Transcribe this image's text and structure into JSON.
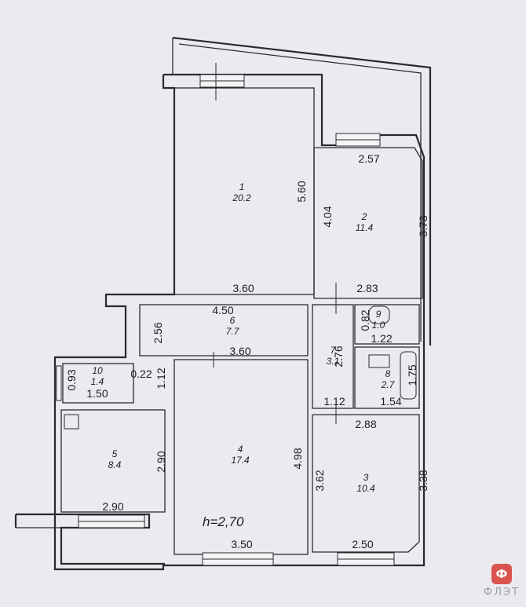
{
  "rooms": [
    {
      "number": "1",
      "area": "20.2"
    },
    {
      "number": "2",
      "area": "11.4"
    },
    {
      "number": "3",
      "area": "10.4"
    },
    {
      "number": "4",
      "area": "17.4"
    },
    {
      "number": "5",
      "area": "8.4"
    },
    {
      "number": "6",
      "area": "7.7"
    },
    {
      "number": "7",
      "area": "3.1"
    },
    {
      "number": "8",
      "area": "2.7"
    },
    {
      "number": "9",
      "area": "1.0"
    },
    {
      "number": "10",
      "area": "1.4"
    }
  ],
  "dimensions": {
    "d_2_57": "2.57",
    "d_5_60": "5.60",
    "d_4_04": "4.04",
    "d_3_73": "3.73",
    "d_3_60_top": "3.60",
    "d_2_83": "2.83",
    "d_4_50": "4.50",
    "d_2_56": "2.56",
    "d_0_82": "0.82",
    "d_1_22": "1.22",
    "d_3_60_mid": "3.60",
    "d_2_76": "2.76",
    "d_0_93": "0.93",
    "d_0_22": "0.22",
    "d_1_12_left": "1.12",
    "d_1_75": "1.75",
    "d_1_50": "1.50",
    "d_1_12_mid": "1.12",
    "d_1_54": "1.54",
    "d_2_88": "2.88",
    "d_2_90_vert": "2.90",
    "d_4_98": "4.98",
    "d_3_62": "3.62",
    "d_3_38": "3.38",
    "d_2_90_horiz": "2.90",
    "d_3_50": "3.50",
    "d_2_50": "2.50"
  },
  "ceiling_height": "h=2,70",
  "watermark": {
    "logo_glyph": "Ф",
    "text": "ФЛЭТ",
    "color": "#d9534f"
  }
}
